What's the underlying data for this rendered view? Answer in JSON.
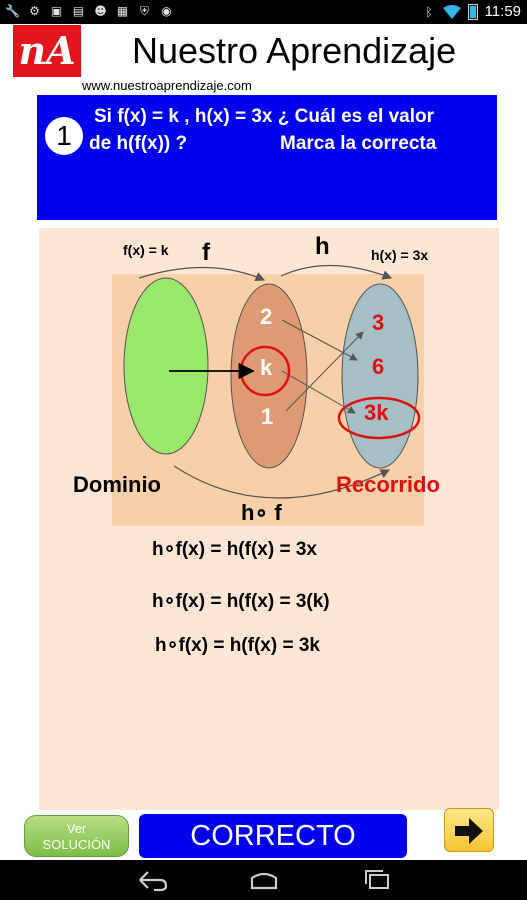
{
  "status_bar": {
    "time": "11:59",
    "left_icons": [
      "wrench-icon",
      "settings-gear-icon",
      "photo-icon",
      "shopping-bag-icon",
      "android-icon",
      "briefcase-icon",
      "shield-icon",
      "steam-icon"
    ],
    "right_icons": [
      "bluetooth-icon",
      "wifi-icon",
      "battery-icon"
    ]
  },
  "header": {
    "logo_text": "nA",
    "title": "Nuestro Aprendizaje",
    "url": "www.nuestroaprendizaje.com"
  },
  "question": {
    "number": "1",
    "line1": "Si f(x) = k , h(x) = 3x  ¿ Cuál es el valor",
    "line2": "de h(f(x))  ?",
    "instruction": "Marca la correcta"
  },
  "diagram": {
    "f_def": "f(x) = k",
    "f_label": "f",
    "h_label": "h",
    "h_def": "h(x) = 3x",
    "middle_values": [
      "2",
      "k",
      "1"
    ],
    "range_values": [
      "3",
      "6",
      "3k"
    ],
    "domain_label": "Dominio",
    "range_label": "Recorrido",
    "composition_label": "h∘ f",
    "colors": {
      "domain": "#99e86b",
      "middle": "#dd9a74",
      "range": "#a6bfc4",
      "highlight": "#e01010",
      "backdrop": "#f7cfa9"
    }
  },
  "formulas": [
    "h∘f(x) = h(f(x) = 3x",
    "h∘f(x) = h(f(x) = 3(k)",
    "h∘f(x) = h(f(x) = 3k"
  ],
  "controls": {
    "solution_line1": "Ver",
    "solution_line2": "SOLUCIÓN",
    "result": "CORRECTO",
    "next_icon": "arrow-right-icon"
  },
  "nav": [
    "back-icon",
    "home-icon",
    "recent-apps-icon"
  ]
}
